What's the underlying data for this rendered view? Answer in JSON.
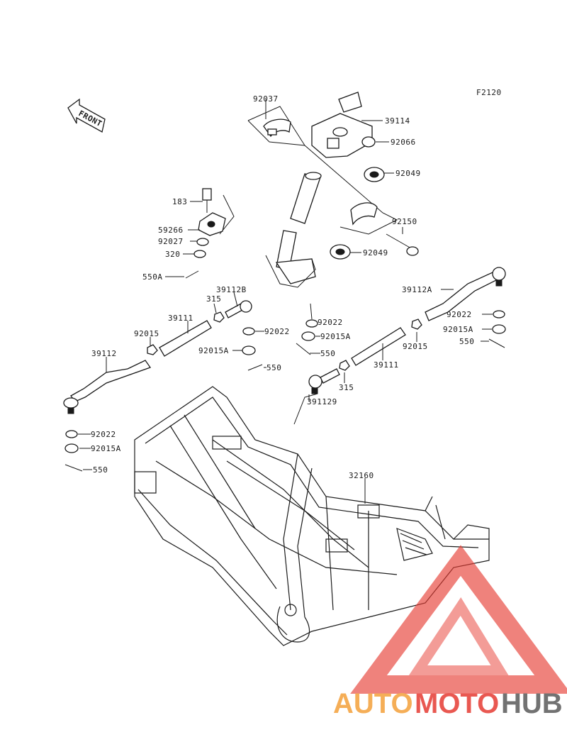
{
  "diagram": {
    "code": "F2120",
    "front_label": "FRONT",
    "labels": {
      "l92037": "92037",
      "l39114": "39114",
      "l92066": "92066",
      "l92049a": "92049",
      "l92049b": "92049",
      "l92150": "92150",
      "l183": "183",
      "l59266": "59266",
      "l92027": "92027",
      "l320": "320",
      "l550a": "550A",
      "l315a": "315",
      "l39112b": "39112B",
      "l39111a": "39111",
      "l92015a": "92015",
      "l92022a": "92022",
      "l92015aa": "92015A",
      "l550b": "550",
      "l39112": "39112",
      "l92022b": "92022",
      "l92015ab": "92015A",
      "l550c": "550",
      "l92022c": "92022",
      "l92015ac": "92015A",
      "l550d": "550",
      "l39112a": "39112A",
      "l92022d": "92022",
      "l92015ad": "92015A",
      "l550e": "550",
      "l92015b": "92015",
      "l39111b": "39111",
      "l315b": "315",
      "l39112c": "391129",
      "l32160": "32160"
    }
  },
  "watermark": {
    "part1": "AUTO",
    "part2": "MOTO",
    "part3": "HUB",
    "colors": {
      "orange": "#f4a13a",
      "red": "#e63c33",
      "gray": "#5a5a5a"
    }
  }
}
